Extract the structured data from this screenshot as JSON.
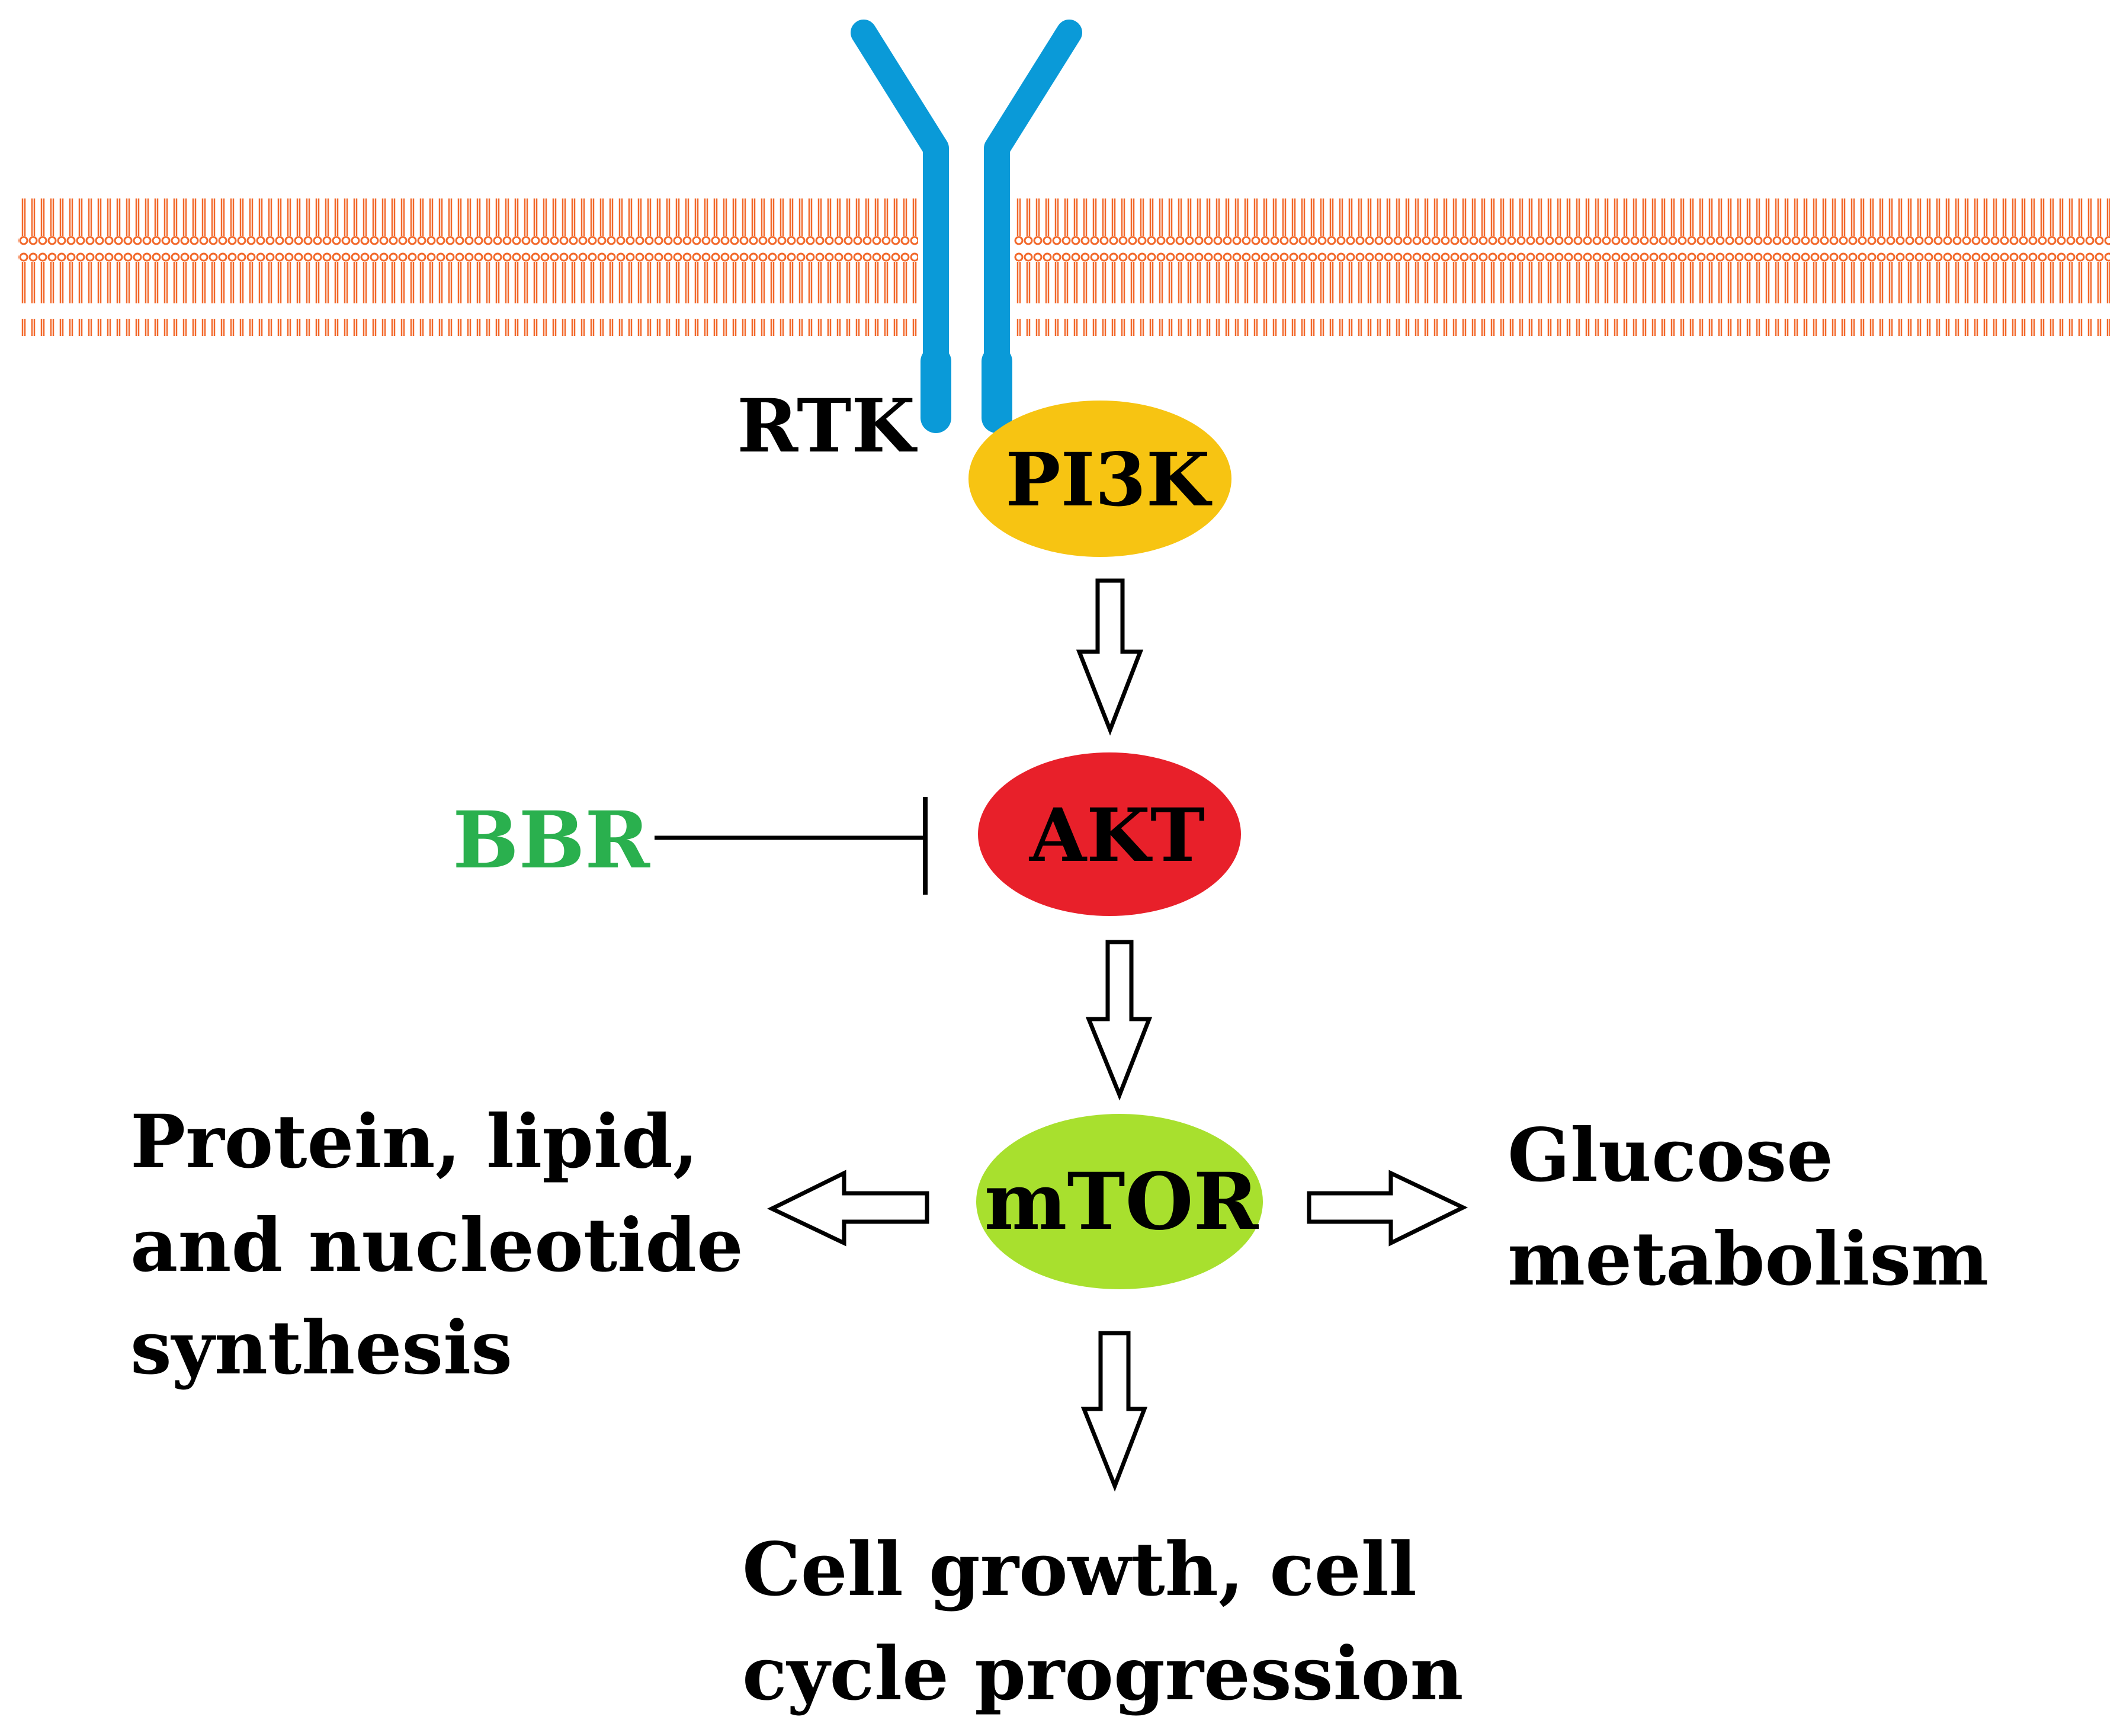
{
  "colors": {
    "membrane": "#f2682a",
    "receptor": "#0a9ad8",
    "pi3k": "#f7c412",
    "akt": "#e8202a",
    "mtor": "#a8e02e",
    "bbr": "#2ab04e",
    "text": "#000000"
  },
  "labels": {
    "rtk": "RTK",
    "pi3k": "PI3K",
    "akt": "AKT",
    "mtor": "mTOR",
    "bbr": "BBR",
    "left_outcome": [
      "Protein, lipid,",
      "and nucleotide",
      "synthesis"
    ],
    "right_outcome": [
      "Glucose",
      "metabolism"
    ],
    "bottom_outcome": [
      "Cell growth, cell",
      "cycle progression"
    ]
  },
  "icons": {
    "membrane": "lipid-bilayer-membrane",
    "receptor": "receptor-tyrosine-kinase-y-shape",
    "activation": "hollow-arrow",
    "inhibition": "t-bar-inhibition"
  }
}
